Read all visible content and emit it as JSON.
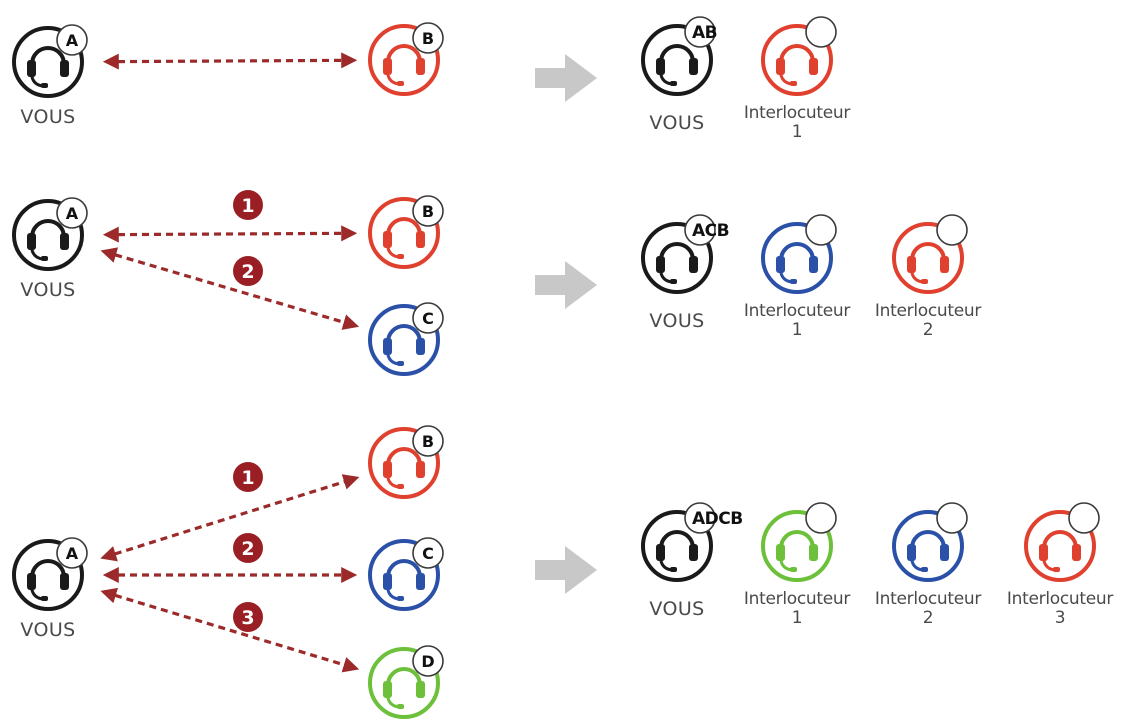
{
  "colors": {
    "dark": "#1a1a1a",
    "red": "#e0412f",
    "blue": "#2a50a8",
    "green": "#6cc03a",
    "arrow": "#9c2a2a",
    "step_badge": "#9a1f25",
    "transition_arrow": "#c8c8c8",
    "label": "#4a4a4a"
  },
  "icons": {
    "headset": "headset-icon",
    "arrow": "right-arrow-icon"
  },
  "labels": {
    "you": "VOUS",
    "partner_prefix": "Interlocuteur"
  },
  "scenarios": [
    {
      "sources": [
        {
          "letter": "A",
          "color": "dark",
          "label": "VOUS"
        },
        {
          "letter": "B",
          "color": "red"
        }
      ],
      "links": [
        {
          "from": "A",
          "to": "B",
          "step": ""
        }
      ],
      "result": {
        "you_tag": "AB",
        "you_label": "VOUS",
        "partners": [
          {
            "color": "red",
            "line1": "Interlocuteur",
            "line2": "1"
          }
        ]
      }
    },
    {
      "sources": [
        {
          "letter": "A",
          "color": "dark",
          "label": "VOUS"
        },
        {
          "letter": "B",
          "color": "red"
        },
        {
          "letter": "C",
          "color": "blue"
        }
      ],
      "links": [
        {
          "from": "A",
          "to": "B",
          "step": "1"
        },
        {
          "from": "A",
          "to": "C",
          "step": "2"
        }
      ],
      "result": {
        "you_tag": "ACB",
        "you_label": "VOUS",
        "partners": [
          {
            "color": "blue",
            "line1": "Interlocuteur",
            "line2": "1"
          },
          {
            "color": "red",
            "line1": "Interlocuteur",
            "line2": "2"
          }
        ]
      }
    },
    {
      "sources": [
        {
          "letter": "A",
          "color": "dark",
          "label": "VOUS"
        },
        {
          "letter": "B",
          "color": "red"
        },
        {
          "letter": "C",
          "color": "blue"
        },
        {
          "letter": "D",
          "color": "green"
        }
      ],
      "links": [
        {
          "from": "A",
          "to": "B",
          "step": "1"
        },
        {
          "from": "A",
          "to": "C",
          "step": "2"
        },
        {
          "from": "A",
          "to": "D",
          "step": "3"
        }
      ],
      "result": {
        "you_tag": "ADCB",
        "you_label": "VOUS",
        "partners": [
          {
            "color": "green",
            "line1": "Interlocuteur",
            "line2": "1"
          },
          {
            "color": "blue",
            "line1": "Interlocuteur",
            "line2": "2"
          },
          {
            "color": "red",
            "line1": "Interlocuteur",
            "line2": "3"
          }
        ]
      }
    }
  ]
}
